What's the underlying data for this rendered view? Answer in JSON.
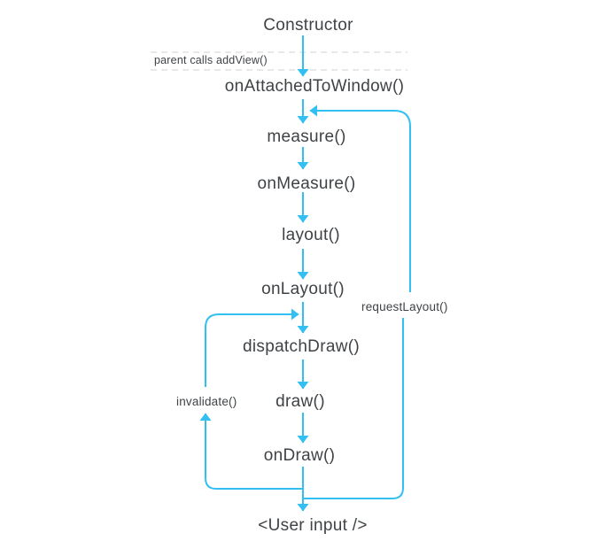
{
  "nodes": {
    "constructor": "Constructor",
    "on_attached_to_window": "onAttachedToWindow()",
    "measure": "measure()",
    "on_measure": "onMeasure()",
    "layout": "layout()",
    "on_layout": "onLayout()",
    "dispatch_draw": "dispatchDraw()",
    "draw": "draw()",
    "on_draw": "onDraw()",
    "user_input": "<User input />"
  },
  "annotations": {
    "parent_calls_add_view": "parent calls addView()",
    "request_layout": "requestLayout()",
    "invalidate": "invalidate()"
  },
  "colors": {
    "arrow": "#32c0f2",
    "text": "#3f4346",
    "dashed_line": "#d9d9d9",
    "background": "#ffffff"
  }
}
